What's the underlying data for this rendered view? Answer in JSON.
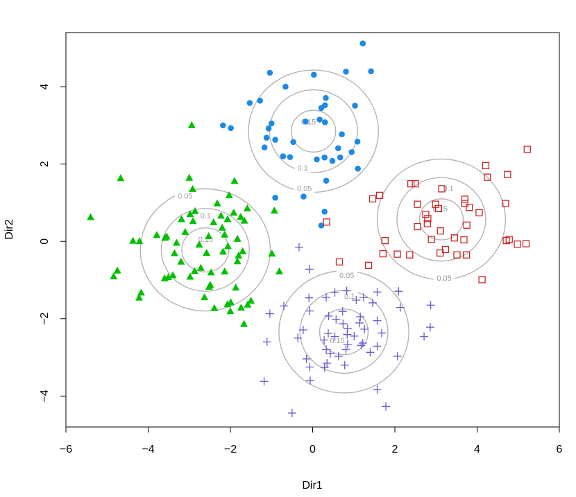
{
  "chart_data": {
    "type": "scatter",
    "xlabel": "Dir1",
    "ylabel": "Dir2",
    "xlim": [
      -6.0,
      6.0
    ],
    "ylim": [
      -4.8,
      5.4
    ],
    "xticks": [
      -6,
      -4,
      -2,
      0,
      2,
      4,
      6
    ],
    "yticks": [
      -4,
      -2,
      0,
      2,
      4
    ],
    "xtick_labels": [
      "−6",
      "−4",
      "−2",
      "0",
      "2",
      "4",
      "6"
    ],
    "ytick_labels": [
      "−4",
      "−2",
      "0",
      "2",
      "4"
    ],
    "grid": false,
    "legend": "none",
    "series": [
      {
        "marker": "circle",
        "color": "#1e88e5",
        "points": [
          [
            1.22,
            5.12
          ],
          [
            1.42,
            4.4
          ],
          [
            0.81,
            4.39
          ],
          [
            -1.04,
            4.36
          ],
          [
            0.03,
            4.31
          ],
          [
            -0.66,
            4.0
          ],
          [
            -1.28,
            3.64
          ],
          [
            -1.53,
            3.58
          ],
          [
            0.32,
            3.71
          ],
          [
            0.3,
            3.52
          ],
          [
            0.21,
            3.45
          ],
          [
            1.03,
            3.51
          ],
          [
            0.17,
            3.15
          ],
          [
            -0.17,
            3.1
          ],
          [
            0.3,
            3.08
          ],
          [
            -1.0,
            3.05
          ],
          [
            -1.07,
            2.92
          ],
          [
            -2.18,
            3.0
          ],
          [
            -1.99,
            2.93
          ],
          [
            0.71,
            2.77
          ],
          [
            -1.12,
            2.68
          ],
          [
            -0.91,
            2.63
          ],
          [
            -0.47,
            2.57
          ],
          [
            1.09,
            2.58
          ],
          [
            -1.17,
            2.43
          ],
          [
            0.62,
            2.41
          ],
          [
            0.95,
            2.31
          ],
          [
            -0.72,
            2.2
          ],
          [
            -0.55,
            2.18
          ],
          [
            0.29,
            2.17
          ],
          [
            0.1,
            2.12
          ],
          [
            0.48,
            2.08
          ],
          [
            0.67,
            2.17
          ],
          [
            1.1,
            1.88
          ],
          [
            0.33,
            1.57
          ],
          [
            -0.91,
            1.13
          ],
          [
            -0.22,
            1.16
          ],
          [
            0.29,
            0.77
          ],
          [
            0.21,
            0.41
          ]
        ]
      },
      {
        "marker": "square",
        "color": "#cc2222",
        "points": [
          [
            5.22,
            2.38
          ],
          [
            4.21,
            1.96
          ],
          [
            4.25,
            1.66
          ],
          [
            4.74,
            1.73
          ],
          [
            2.39,
            1.49
          ],
          [
            2.5,
            1.49
          ],
          [
            3.14,
            1.36
          ],
          [
            1.63,
            1.19
          ],
          [
            1.46,
            1.1
          ],
          [
            3.7,
            1.09
          ],
          [
            3.7,
            0.98
          ],
          [
            4.69,
            0.98
          ],
          [
            2.55,
            0.96
          ],
          [
            2.99,
            0.96
          ],
          [
            3.06,
            0.85
          ],
          [
            3.81,
            0.88
          ],
          [
            2.75,
            0.7
          ],
          [
            4.05,
            0.74
          ],
          [
            2.8,
            0.59
          ],
          [
            2.79,
            0.46
          ],
          [
            3.75,
            0.42
          ],
          [
            2.55,
            0.38
          ],
          [
            3.11,
            0.27
          ],
          [
            0.34,
            0.5
          ],
          [
            1.76,
            0.02
          ],
          [
            2.89,
            0.05
          ],
          [
            3.45,
            0.09
          ],
          [
            3.68,
            0.04
          ],
          [
            4.71,
            0.02
          ],
          [
            4.78,
            0.05
          ],
          [
            4.98,
            -0.07
          ],
          [
            5.19,
            -0.06
          ],
          [
            3.23,
            -0.21
          ],
          [
            3.1,
            -0.3
          ],
          [
            1.71,
            -0.32
          ],
          [
            2.06,
            -0.33
          ],
          [
            2.36,
            -0.35
          ],
          [
            3.51,
            -0.35
          ],
          [
            3.74,
            -0.35
          ],
          [
            1.36,
            -0.62
          ],
          [
            0.65,
            -0.53
          ],
          [
            4.12,
            -0.99
          ]
        ]
      },
      {
        "marker": "triangle",
        "color": "#00c000",
        "points": [
          [
            -2.94,
            3.0
          ],
          [
            -4.67,
            1.63
          ],
          [
            -3.0,
            1.64
          ],
          [
            -2.92,
            1.35
          ],
          [
            -1.9,
            1.56
          ],
          [
            -2.03,
            1.19
          ],
          [
            -2.32,
            0.98
          ],
          [
            -1.59,
            0.85
          ],
          [
            -0.93,
            0.79
          ],
          [
            -2.86,
            0.78
          ],
          [
            -2.98,
            0.7
          ],
          [
            -5.4,
            0.62
          ],
          [
            -2.23,
            0.66
          ],
          [
            -1.92,
            0.74
          ],
          [
            -1.66,
            0.53
          ],
          [
            -3.19,
            0.57
          ],
          [
            -2.91,
            0.52
          ],
          [
            -1.75,
            0.63
          ],
          [
            -2.07,
            0.57
          ],
          [
            -2.41,
            0.49
          ],
          [
            -2.2,
            0.35
          ],
          [
            -3.1,
            0.24
          ],
          [
            -2.14,
            0.17
          ],
          [
            -3.79,
            0.16
          ],
          [
            -3.55,
            0.12
          ],
          [
            -2.53,
            0.13
          ],
          [
            -1.83,
            0.06
          ],
          [
            -3.59,
            0.09
          ],
          [
            -4.37,
            0.01
          ],
          [
            -4.21,
            0.0
          ],
          [
            -3.31,
            -0.04
          ],
          [
            -2.76,
            -0.09
          ],
          [
            -2.06,
            -0.13
          ],
          [
            -1.7,
            -0.26
          ],
          [
            -3.36,
            -0.31
          ],
          [
            -2.58,
            -0.3
          ],
          [
            -2.18,
            -0.27
          ],
          [
            -0.99,
            -0.32
          ],
          [
            -1.8,
            -0.37
          ],
          [
            -1.83,
            -0.52
          ],
          [
            -3.2,
            -0.53
          ],
          [
            -2.72,
            -0.69
          ],
          [
            -2.87,
            -0.77
          ],
          [
            -2.47,
            -0.81
          ],
          [
            -2.14,
            -0.78
          ],
          [
            -4.75,
            -0.76
          ],
          [
            -4.84,
            -0.91
          ],
          [
            -0.81,
            -0.78
          ],
          [
            -3.4,
            -0.88
          ],
          [
            -2.98,
            -0.92
          ],
          [
            -2.49,
            -1.13
          ],
          [
            -2.52,
            -1.18
          ],
          [
            -3.51,
            -0.93
          ],
          [
            -3.6,
            -0.96
          ],
          [
            -1.87,
            -1.2
          ],
          [
            -4.17,
            -1.33
          ],
          [
            -4.22,
            -1.46
          ],
          [
            -2.63,
            -1.45
          ],
          [
            -1.5,
            -1.54
          ],
          [
            -1.99,
            -1.58
          ],
          [
            -2.07,
            -1.63
          ],
          [
            -2.39,
            -1.73
          ],
          [
            -1.58,
            -1.64
          ],
          [
            -1.74,
            -1.72
          ],
          [
            -2.0,
            -1.81
          ],
          [
            -1.67,
            -2.14
          ]
        ]
      },
      {
        "marker": "plus",
        "color": "#6a5acd",
        "points": [
          [
            -0.33,
            -0.15
          ],
          [
            -0.08,
            -0.72
          ],
          [
            0.83,
            -1.28
          ],
          [
            1.57,
            -1.31
          ],
          [
            0.54,
            -1.32
          ],
          [
            0.33,
            -1.45
          ],
          [
            -0.09,
            -1.46
          ],
          [
            1.06,
            -1.52
          ],
          [
            1.24,
            -1.45
          ],
          [
            1.46,
            -1.59
          ],
          [
            2.09,
            -1.29
          ],
          [
            -0.7,
            -1.67
          ],
          [
            2.87,
            -1.65
          ],
          [
            2.13,
            -1.71
          ],
          [
            -0.07,
            -1.8
          ],
          [
            0.73,
            -1.81
          ],
          [
            -1.04,
            -1.87
          ],
          [
            0.39,
            -1.93
          ],
          [
            1.16,
            -1.95
          ],
          [
            0.57,
            -2.02
          ],
          [
            1.14,
            -2.11
          ],
          [
            0.74,
            -2.13
          ],
          [
            1.57,
            -2.05
          ],
          [
            0.85,
            -2.25
          ],
          [
            1.26,
            -2.27
          ],
          [
            2.86,
            -2.22
          ],
          [
            -0.23,
            -2.29
          ],
          [
            1.68,
            -2.37
          ],
          [
            0.38,
            -2.38
          ],
          [
            0.84,
            -2.41
          ],
          [
            1.01,
            -2.45
          ],
          [
            0.54,
            -2.46
          ],
          [
            2.71,
            -2.46
          ],
          [
            -0.36,
            -2.5
          ],
          [
            0.28,
            -2.55
          ],
          [
            1.22,
            -2.63
          ],
          [
            0.85,
            -2.66
          ],
          [
            -1.11,
            -2.6
          ],
          [
            1.18,
            -2.69
          ],
          [
            1.57,
            -2.71
          ],
          [
            0.81,
            -2.8
          ],
          [
            0.33,
            -2.8
          ],
          [
            1.4,
            -2.87
          ],
          [
            0.43,
            -2.9
          ],
          [
            0.63,
            -2.97
          ],
          [
            2.06,
            -2.97
          ],
          [
            -0.15,
            -3.04
          ],
          [
            0.35,
            -3.15
          ],
          [
            0.78,
            -3.2
          ],
          [
            -0.07,
            -3.25
          ],
          [
            0.29,
            -3.26
          ],
          [
            -0.06,
            -3.6
          ],
          [
            -1.18,
            -3.62
          ],
          [
            1.57,
            -3.83
          ],
          [
            1.78,
            -4.27
          ],
          [
            -0.5,
            -4.44
          ]
        ]
      }
    ],
    "contours": [
      {
        "color": "#b3b3b3",
        "center": [
          0.02,
          2.85
        ],
        "radii": [
          1.58,
          1.07,
          0.54
        ],
        "labels": [
          {
            "text": "0.05",
            "at": [
              -0.2,
              1.38
            ]
          },
          {
            "text": "0.1",
            "at": [
              -0.24,
              1.9
            ]
          },
          {
            "text": "0.15",
            "at": [
              -0.1,
              3.1
            ]
          }
        ]
      },
      {
        "color": "#b3b3b3",
        "center": [
          3.13,
          0.57
        ],
        "radii": [
          1.56,
          1.08,
          0.53
        ],
        "labels": [
          {
            "text": "0.05",
            "at": [
              3.2,
              -0.95
            ]
          },
          {
            "text": "0.1",
            "at": [
              3.3,
              1.38
            ]
          },
          {
            "text": "0.15",
            "at": [
              3.1,
              0.85
            ]
          }
        ]
      },
      {
        "color": "#b3b3b3",
        "center": [
          -2.61,
          -0.22
        ],
        "radii": [
          1.58,
          1.07,
          0.57
        ],
        "labels": [
          {
            "text": "0.05",
            "at": [
              -3.1,
              1.18
            ]
          },
          {
            "text": "0.1",
            "at": [
              -2.6,
              0.67
            ]
          },
          {
            "text": "0.15",
            "at": [
              -2.6,
              0.06
            ]
          }
        ]
      },
      {
        "color": "#b3b3b3",
        "center": [
          0.76,
          -2.34
        ],
        "radii": [
          1.58,
          1.07,
          0.59
        ],
        "labels": [
          {
            "text": "0.05",
            "at": [
              0.83,
              -0.87
            ]
          },
          {
            "text": "0.1",
            "at": [
              0.9,
              -1.41
            ]
          },
          {
            "text": "0.15",
            "at": [
              0.6,
              -2.56
            ]
          }
        ]
      }
    ]
  }
}
